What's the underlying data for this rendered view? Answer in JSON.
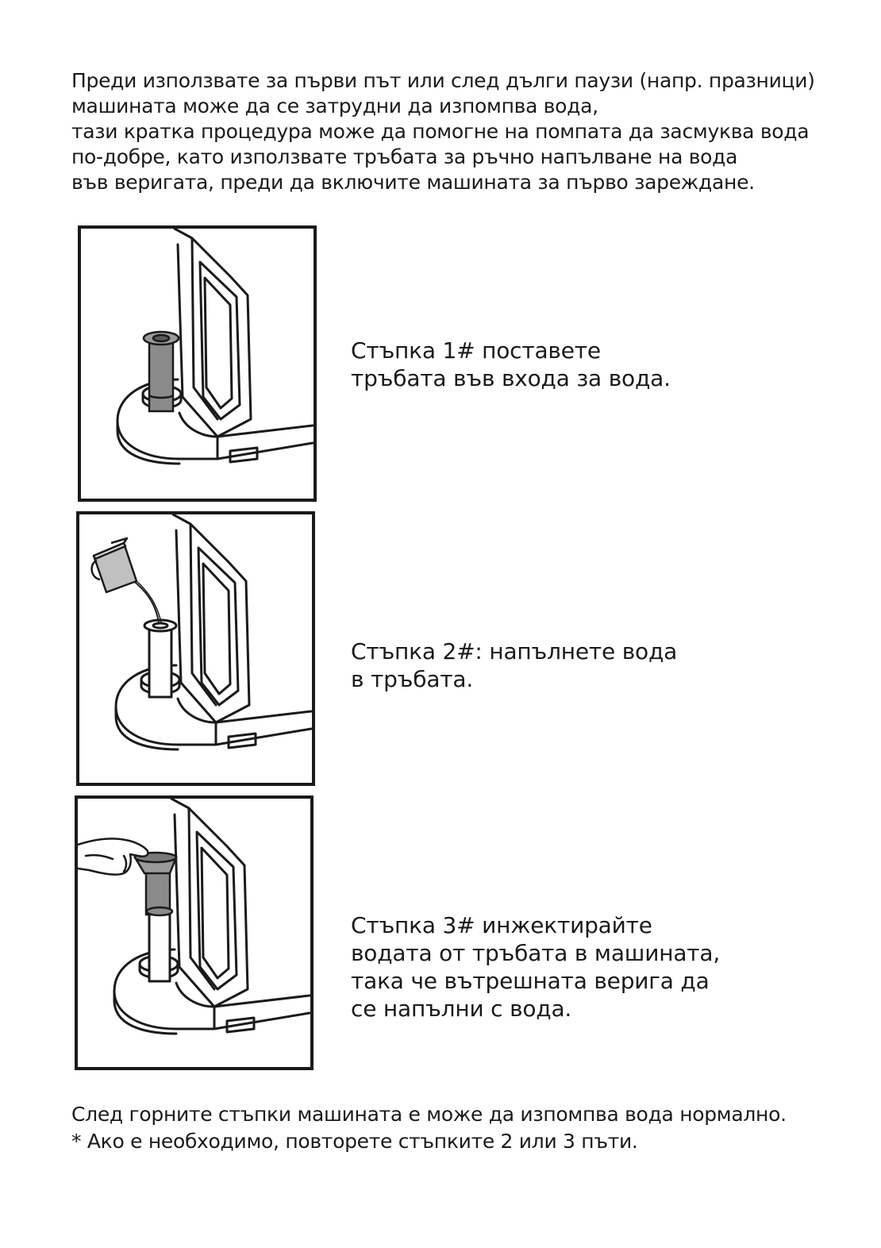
{
  "intro": {
    "lines": [
      "Преди използвате за първи път или след дълги паузи (напр. празници)",
      "машината може да се затрудни да изпомпва вода,",
      "тази кратка процедура може да помогне на помпата да засмуква вода",
      "по-добре, като използвате тръбата за ръчно напълване на вода",
      "във веригата, преди да включите машината за първо зареждане."
    ]
  },
  "steps": [
    {
      "lines": [
        "Стъпка 1# поставете",
        "тръбата във входа за вода."
      ]
    },
    {
      "lines": [
        "Стъпка 2#: напълнете вода",
        "в тръбата."
      ]
    },
    {
      "lines": [
        "Стъпка 3# инжектирайте",
        "водата от тръбата в машината,",
        "така че вътрешната верига да",
        "се напълни с вода."
      ]
    }
  ],
  "outro": {
    "lines": [
      "След горните стъпки машината е може да изпомпва вода нормално.",
      "* Ако е необходимо, повторете стъпките 2 или 3 пъти."
    ]
  }
}
